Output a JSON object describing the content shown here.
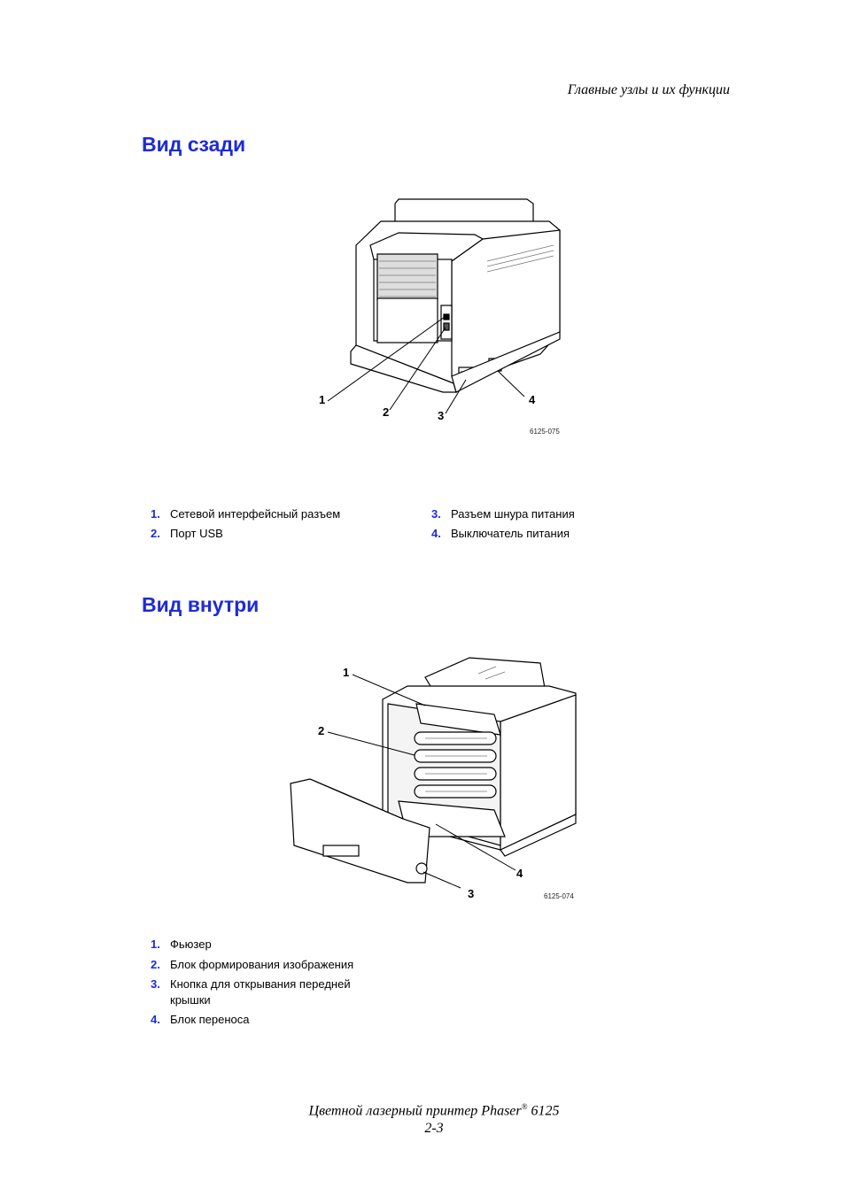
{
  "header": {
    "section": "Главные узлы и их функции"
  },
  "rear_view": {
    "title": "Вид сзади",
    "figure_id": "6125-075",
    "callouts": [
      "1",
      "2",
      "3",
      "4"
    ],
    "legend": [
      {
        "num": "1.",
        "text": "Сетевой интерфейсный разъем"
      },
      {
        "num": "2.",
        "text": "Порт USB"
      },
      {
        "num": "3.",
        "text": "Разъем шнура питания"
      },
      {
        "num": "4.",
        "text": "Выключатель питания"
      }
    ]
  },
  "inside_view": {
    "title": "Вид внутри",
    "figure_id": "6125-074",
    "callouts": [
      "1",
      "2",
      "3",
      "4"
    ],
    "legend": [
      {
        "num": "1.",
        "text": "Фьюзер"
      },
      {
        "num": "2.",
        "text": "Блок формирования изображения"
      },
      {
        "num": "3.",
        "text": "Кнопка для открывания передней крышки"
      },
      {
        "num": "4.",
        "text": "Блок переноса"
      }
    ]
  },
  "footer": {
    "product_prefix": "Цветной лазерный принтер Phaser",
    "registered": "®",
    "model": " 6125",
    "page": "2-3"
  }
}
